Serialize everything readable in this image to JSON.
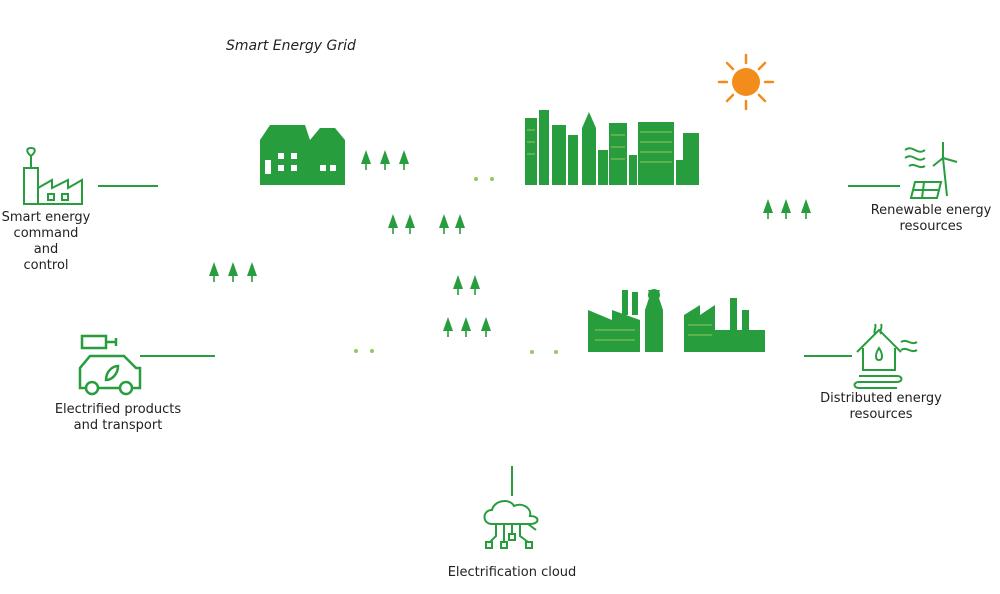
{
  "title": "Smart Energy Grid",
  "colors": {
    "cloud": "#94C85E",
    "icon_green": "#279D3E",
    "road": "#FFFFFF",
    "sun": "#F28C1B",
    "connector": "#279D3E"
  },
  "nodes": [
    {
      "id": "command",
      "icon": "factory-plant-icon",
      "lines": [
        "Smart energy",
        "command and",
        "control"
      ]
    },
    {
      "id": "electrified",
      "icon": "electric-car-icon",
      "lines": [
        "Electrified products",
        "and transport"
      ]
    },
    {
      "id": "cloud",
      "icon": "cloud-network-icon",
      "lines": [
        "Electrification cloud"
      ]
    },
    {
      "id": "renewable",
      "icon": "wind-solar-icon",
      "lines": [
        "Renewable energy",
        "resources"
      ]
    },
    {
      "id": "distributed",
      "icon": "home-energy-icon",
      "lines": [
        "Distributed energy",
        "resources"
      ]
    }
  ]
}
